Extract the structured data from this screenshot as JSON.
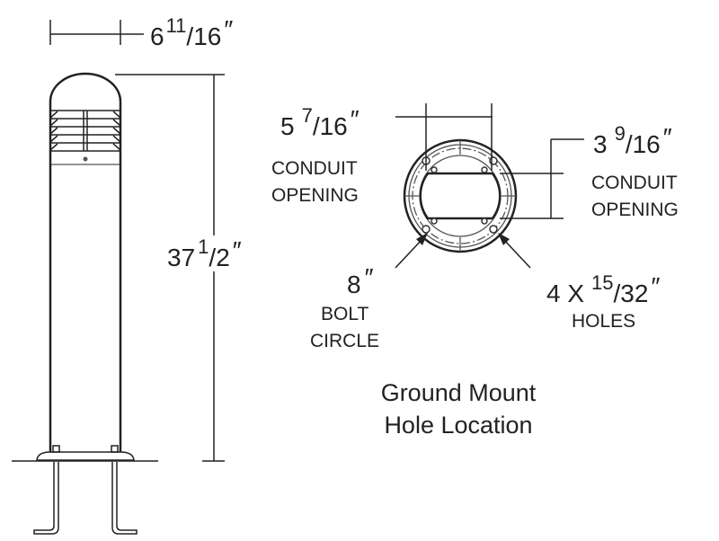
{
  "bollard": {
    "width_dim": {
      "whole": "6",
      "num": "11",
      "den": "16",
      "unit": "″"
    },
    "height_dim": {
      "whole": "37",
      "num": "1",
      "den": "2",
      "unit": "″"
    }
  },
  "base_plan": {
    "conduit_left": {
      "whole": "5",
      "num": "7",
      "den": "16",
      "unit": "″",
      "line1": "CONDUIT",
      "line2": "OPENING"
    },
    "conduit_right": {
      "whole": "3",
      "num": "9",
      "den": "16",
      "unit": "″",
      "line1": "CONDUIT",
      "line2": "OPENING"
    },
    "bolt_circle": {
      "value": "8",
      "unit": "″",
      "line1": "BOLT",
      "line2": "CIRCLE"
    },
    "holes": {
      "prefix": "4 X",
      "num": "15",
      "den": "32",
      "unit": "″",
      "label": "HOLES"
    },
    "caption": {
      "line1": "Ground Mount",
      "line2": "Hole Location"
    }
  }
}
